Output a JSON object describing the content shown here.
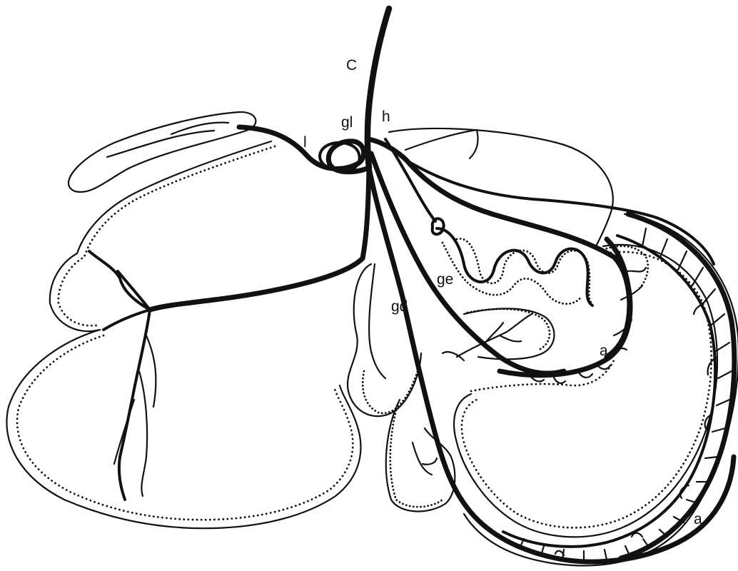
{
  "labels": {
    "c": "C",
    "gl": "gl",
    "h": "h",
    "l": "l",
    "ge": "ge",
    "gd": "gd",
    "a_inner": "a",
    "a_outer": "a"
  }
}
